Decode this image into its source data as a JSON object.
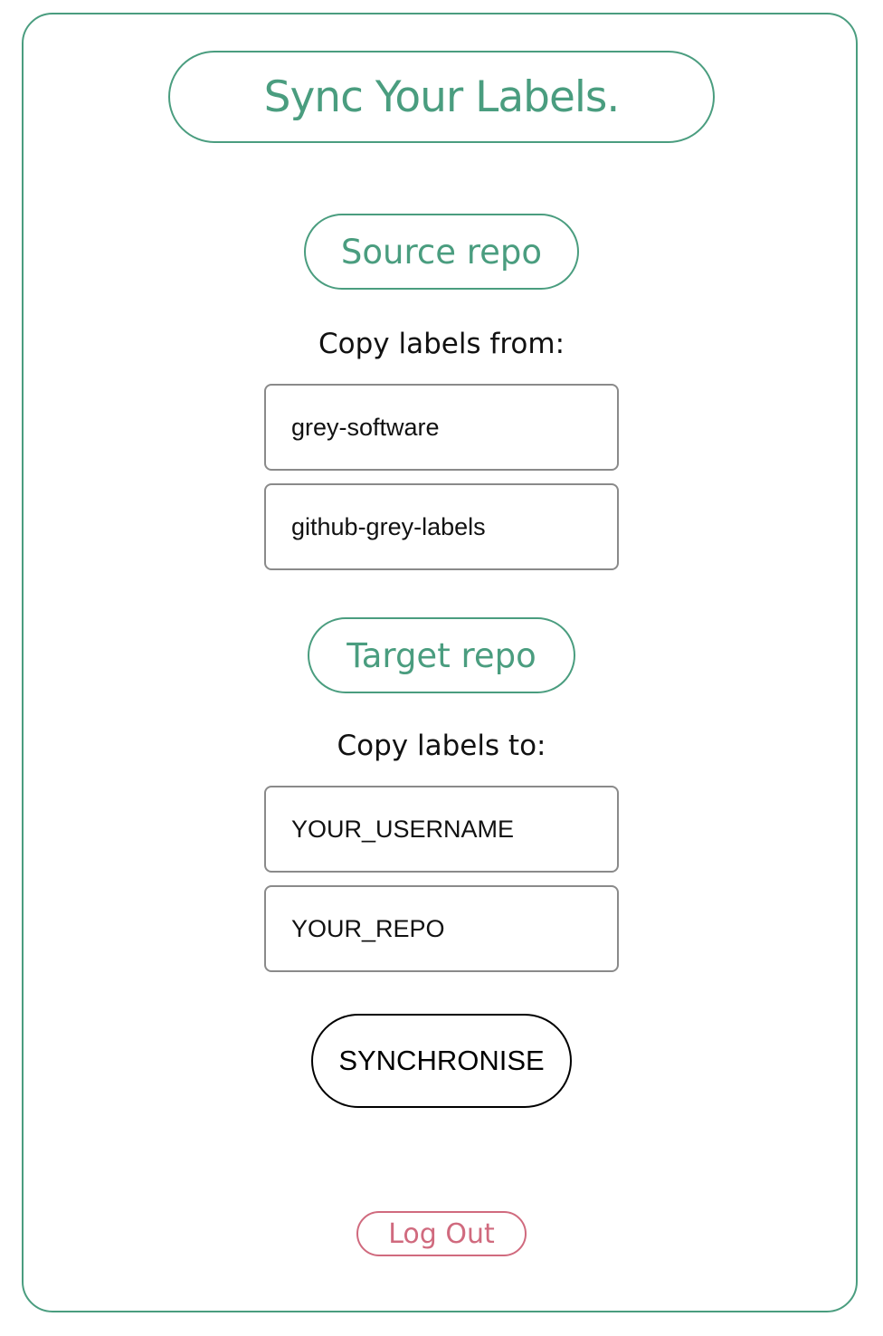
{
  "header": {
    "title": "Sync Your Labels."
  },
  "source": {
    "section_label": "Source repo",
    "caption": "Copy labels from:",
    "owner_value": "grey-software",
    "repo_value": "github-grey-labels"
  },
  "target": {
    "section_label": "Target repo",
    "caption": "Copy labels to:",
    "owner_placeholder": "YOUR_USERNAME",
    "repo_placeholder": "YOUR_REPO"
  },
  "actions": {
    "sync_label": "SYNCHRONISE",
    "logout_label": "Log Out"
  },
  "colors": {
    "accent": "#4a9d7f",
    "logout": "#d06a7e",
    "field_border": "#8a8a8a"
  }
}
